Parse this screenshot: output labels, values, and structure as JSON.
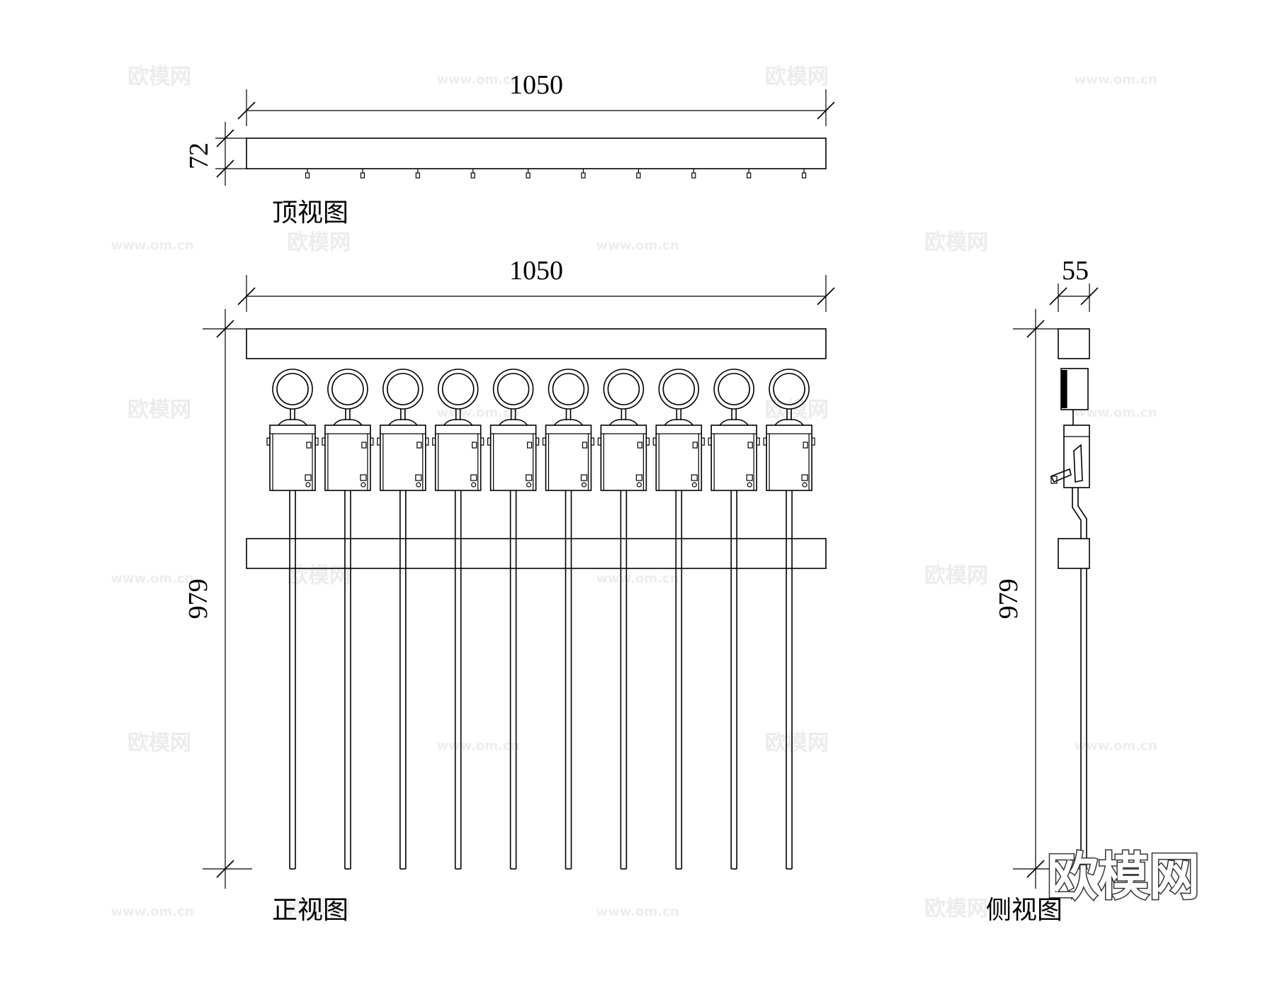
{
  "views": {
    "top": {
      "label": "顶视图",
      "width_dim": "1050",
      "depth_dim": "72",
      "hook_count": 10
    },
    "front": {
      "label": "正视图",
      "width_dim": "1050",
      "height_dim": "979",
      "unit_count": 10
    },
    "side": {
      "label": "侧视图",
      "depth_dim": "55",
      "height_dim": "979"
    }
  },
  "watermark": {
    "brand": "欧模网",
    "url": "www.om.cn"
  },
  "logo": {
    "text": "欧模网"
  }
}
